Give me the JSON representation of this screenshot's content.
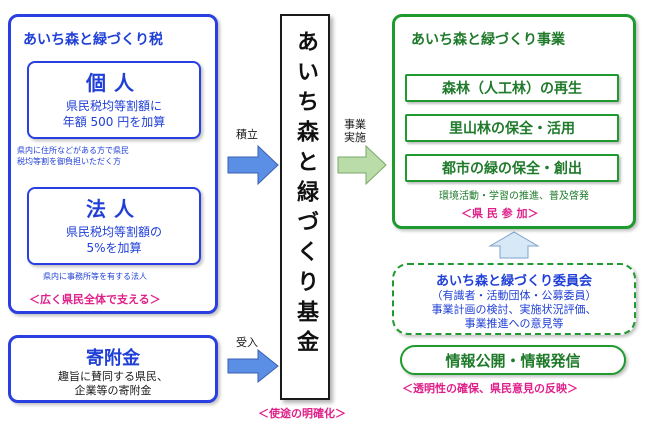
{
  "tax": {
    "title": "あいち森と緑づくり税",
    "individual": {
      "title": "個人",
      "body_line1": "県民税均等割額に",
      "body_line2": "年額 500 円を加算",
      "note_line1": "県内に住所などがある方で県民",
      "note_line2": "税均等割を御負担いただく方"
    },
    "corporate": {
      "title": "法人",
      "body_line1": "県民税均等割額の",
      "body_line2": "5%を加算",
      "note": "県内に事務所等を有する法人"
    },
    "slogan": "＜広く県民全体で支える＞"
  },
  "donation": {
    "title": "寄附金",
    "body_line1": "趣旨に賛同する県民、",
    "body_line2": "企業等の寄附金"
  },
  "arrows": {
    "accumulate": "積立",
    "accept": "受入",
    "implement_line1": "事業",
    "implement_line2": "実施"
  },
  "fund": {
    "title": "あいち森と緑づくり基金",
    "caption": "＜使途の明確化＞"
  },
  "projects": {
    "title": "あいち森と緑づくり事業",
    "items": [
      "森林（人工林）の再生",
      "里山林の保全・活用",
      "都市の緑の保全・創出"
    ],
    "note": "環境活動・学習の推進、普及啓発",
    "participation": "＜県 民 参 加＞"
  },
  "committee": {
    "title": "あいち森と緑づくり委員会",
    "members": "（有識者・活動団体・公募委員）",
    "duty_line1": "事業計画の検討、実施状況評価、",
    "duty_line2": "事業推進への意見等"
  },
  "info": {
    "title": "情報公開・情報発信",
    "caption": "＜透明性の確保、県民意見の反映＞"
  },
  "colors": {
    "blue": "#2a3fe0",
    "green": "#1f9a2e",
    "pink": "#e0208a",
    "arrow_blue": "#5b8fe6",
    "arrow_green": "#b9dca8"
  }
}
